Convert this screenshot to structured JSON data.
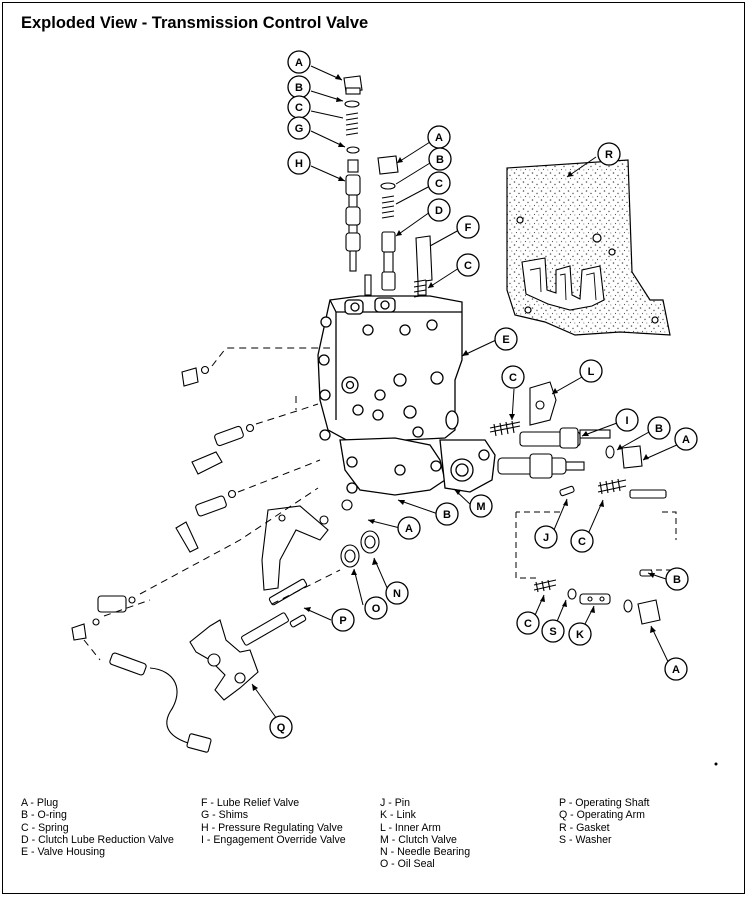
{
  "title": "Exploded View - Transmission Control Valve",
  "callouts": {
    "A": "A",
    "B": "B",
    "C": "C",
    "D": "D",
    "E": "E",
    "F": "F",
    "G": "G",
    "H": "H",
    "I": "I",
    "J": "J",
    "K": "K",
    "L": "L",
    "M": "M",
    "N": "N",
    "O": "O",
    "P": "P",
    "Q": "Q",
    "R": "R",
    "S": "S"
  },
  "legend": [
    [
      "A - Plug",
      "B - O-ring",
      "C - Spring",
      "D - Clutch Lube Reduction Valve",
      "E - Valve Housing"
    ],
    [
      "F - Lube Relief Valve",
      "G - Shims",
      "H - Pressure Regulating Valve",
      "I -  Engagement Override Valve"
    ],
    [
      "J - Pin",
      "K - Link",
      "L - Inner Arm",
      "M - Clutch Valve",
      "N - Needle Bearing",
      "O - Oil Seal"
    ],
    [
      "P - Operating Shaft",
      "Q - Operating Arm",
      "R - Gasket",
      "S - Washer"
    ]
  ],
  "colors": {
    "ink": "#000000",
    "paper": "#ffffff",
    "speckle": "#555555"
  }
}
